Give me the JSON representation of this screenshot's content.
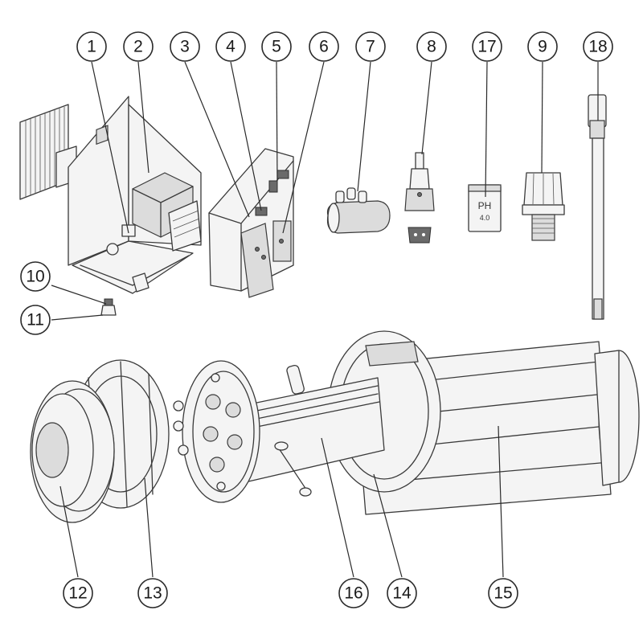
{
  "diagram": {
    "callouts": [
      {
        "label": "1"
      },
      {
        "label": "2"
      },
      {
        "label": "3"
      },
      {
        "label": "4"
      },
      {
        "label": "5"
      },
      {
        "label": "6"
      },
      {
        "label": "7"
      },
      {
        "label": "8"
      },
      {
        "label": "17"
      },
      {
        "label": "9"
      },
      {
        "label": "18"
      },
      {
        "label": "10"
      },
      {
        "label": "11"
      },
      {
        "label": "12"
      },
      {
        "label": "13"
      },
      {
        "label": "16"
      },
      {
        "label": "14"
      },
      {
        "label": "15"
      }
    ],
    "ph_bottle_label": "PH",
    "ph_bottle_sublabel": "4.0",
    "colors": {
      "line": "#3a3a3a",
      "fill": "#f4f4f4",
      "shade": "#dcdcdc",
      "accent": "#6a6a6a"
    }
  }
}
